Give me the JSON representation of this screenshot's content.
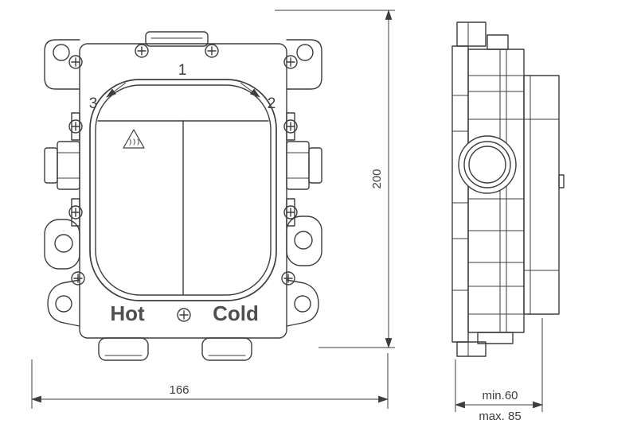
{
  "drawing": {
    "front_view": {
      "position_1": "1",
      "position_2": "2",
      "position_3": "3",
      "hot": "Hot",
      "cold": "Cold"
    },
    "dimensions": {
      "width_mm": "166",
      "height_mm": "200",
      "depth_min": "min.60",
      "depth_max": "max. 85"
    },
    "icons": {
      "hot_surface_warning": "triangle-with-steam-lines",
      "phillips_screw": "circle-with-cross",
      "mounting_hole": "plain-circle"
    },
    "colors": {
      "line": "#3d3d3d",
      "background": "#ffffff",
      "engraved_text": "#4f4f4f"
    }
  }
}
